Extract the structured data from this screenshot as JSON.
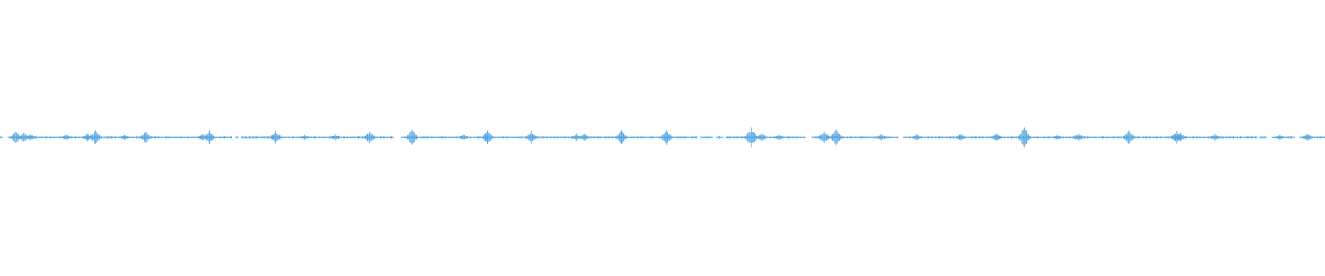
{
  "waveform": {
    "color": "#4fa3e0",
    "background": "#ffffff",
    "duration_fraction_segments": [
      [
        0.0,
        0.002
      ],
      [
        0.006,
        0.175
      ],
      [
        0.178,
        0.18
      ],
      [
        0.182,
        0.297
      ],
      [
        0.303,
        0.526
      ],
      [
        0.529,
        0.538
      ],
      [
        0.541,
        0.546
      ],
      [
        0.548,
        0.608
      ],
      [
        0.613,
        0.621
      ],
      [
        0.624,
        0.678
      ],
      [
        0.682,
        0.949
      ],
      [
        0.951,
        0.956
      ],
      [
        0.96,
        0.977
      ],
      [
        0.981,
        1.0
      ]
    ],
    "peaks": [
      {
        "at": 0.012,
        "amp": 0.45
      },
      {
        "at": 0.018,
        "amp": 0.35
      },
      {
        "at": 0.023,
        "amp": 0.25
      },
      {
        "at": 0.05,
        "amp": 0.2
      },
      {
        "at": 0.066,
        "amp": 0.3
      },
      {
        "at": 0.072,
        "amp": 0.55
      },
      {
        "at": 0.094,
        "amp": 0.2
      },
      {
        "at": 0.11,
        "amp": 0.45
      },
      {
        "at": 0.153,
        "amp": 0.25
      },
      {
        "at": 0.158,
        "amp": 0.55
      },
      {
        "at": 0.208,
        "amp": 0.5
      },
      {
        "at": 0.23,
        "amp": 0.2
      },
      {
        "at": 0.253,
        "amp": 0.25
      },
      {
        "at": 0.279,
        "amp": 0.45
      },
      {
        "at": 0.311,
        "amp": 0.6
      },
      {
        "at": 0.35,
        "amp": 0.2
      },
      {
        "at": 0.368,
        "amp": 0.55
      },
      {
        "at": 0.401,
        "amp": 0.55
      },
      {
        "at": 0.435,
        "amp": 0.3
      },
      {
        "at": 0.441,
        "amp": 0.3
      },
      {
        "at": 0.469,
        "amp": 0.55
      },
      {
        "at": 0.503,
        "amp": 0.6
      },
      {
        "at": 0.567,
        "amp": 0.8
      },
      {
        "at": 0.575,
        "amp": 0.3
      },
      {
        "at": 0.588,
        "amp": 0.2
      },
      {
        "at": 0.622,
        "amp": 0.45
      },
      {
        "at": 0.631,
        "amp": 0.65
      },
      {
        "at": 0.665,
        "amp": 0.25
      },
      {
        "at": 0.692,
        "amp": 0.25
      },
      {
        "at": 0.725,
        "amp": 0.25
      },
      {
        "at": 0.752,
        "amp": 0.3
      },
      {
        "at": 0.773,
        "amp": 0.8
      },
      {
        "at": 0.798,
        "amp": 0.2
      },
      {
        "at": 0.814,
        "amp": 0.3
      },
      {
        "at": 0.852,
        "amp": 0.55
      },
      {
        "at": 0.888,
        "amp": 0.5
      },
      {
        "at": 0.891,
        "amp": 0.35
      },
      {
        "at": 0.917,
        "amp": 0.3
      },
      {
        "at": 0.966,
        "amp": 0.2
      },
      {
        "at": 0.987,
        "amp": 0.3
      }
    ]
  }
}
